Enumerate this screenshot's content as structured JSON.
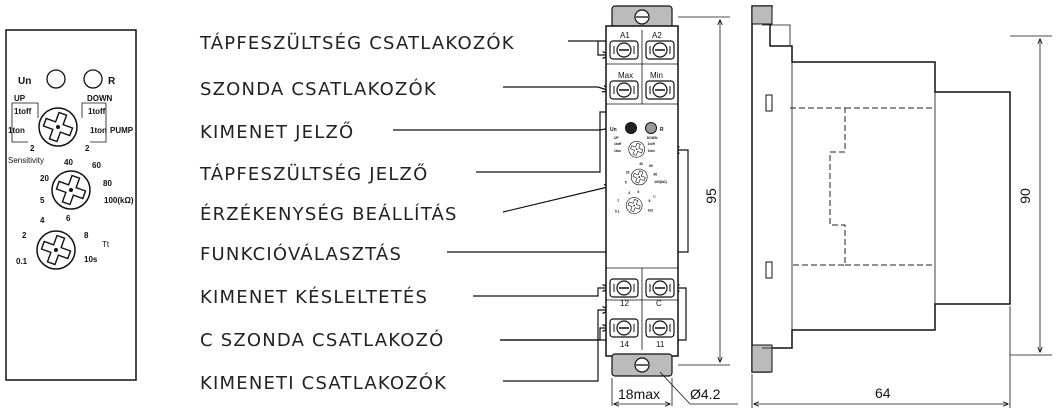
{
  "callouts": [
    "TÁPFESZÜLTSÉG CSATLAKOZÓK",
    "SZONDA CSATLAKOZÓK",
    "KIMENET JELZŐ",
    "TÁPFESZÜLTSÉG JELZŐ",
    "ÉRZÉKENYSÉG BEÁLLÍTÁS",
    "FUNKCIÓVÁLASZTÁS",
    "KIMENET KÉSLELTETÉS",
    "C SZONDA CSATLAKOZÓ",
    "KIMENETI CSATLAKOZÓK"
  ],
  "panel": {
    "un": "Un",
    "r": "R",
    "up": "UP",
    "down": "DOWN",
    "up_toff": "1toff",
    "up_ton": "1ton",
    "down_toff": "1toff",
    "down_ton": "1ton",
    "pump": "PUMP",
    "two_a": "2",
    "two_b": "2",
    "sensitivity": "Sensitivity",
    "s40": "40",
    "s60": "60",
    "s20": "20",
    "s80": "80",
    "s5": "5",
    "s100": "100(kΩ)",
    "t4": "4",
    "t6": "6",
    "t2": "2",
    "t8": "8",
    "t01": "0.1",
    "t10": "10s",
    "tt": "Tt"
  },
  "terminals": {
    "a1": "A1",
    "a2": "A2",
    "max": "Max",
    "min": "Min",
    "t12": "12",
    "tc": "C",
    "t14": "14",
    "t11": "11"
  },
  "dimensions": {
    "height_front": "95",
    "height_side": "90",
    "width_front": "18max",
    "hole": "Ø4.2",
    "depth": "64"
  }
}
